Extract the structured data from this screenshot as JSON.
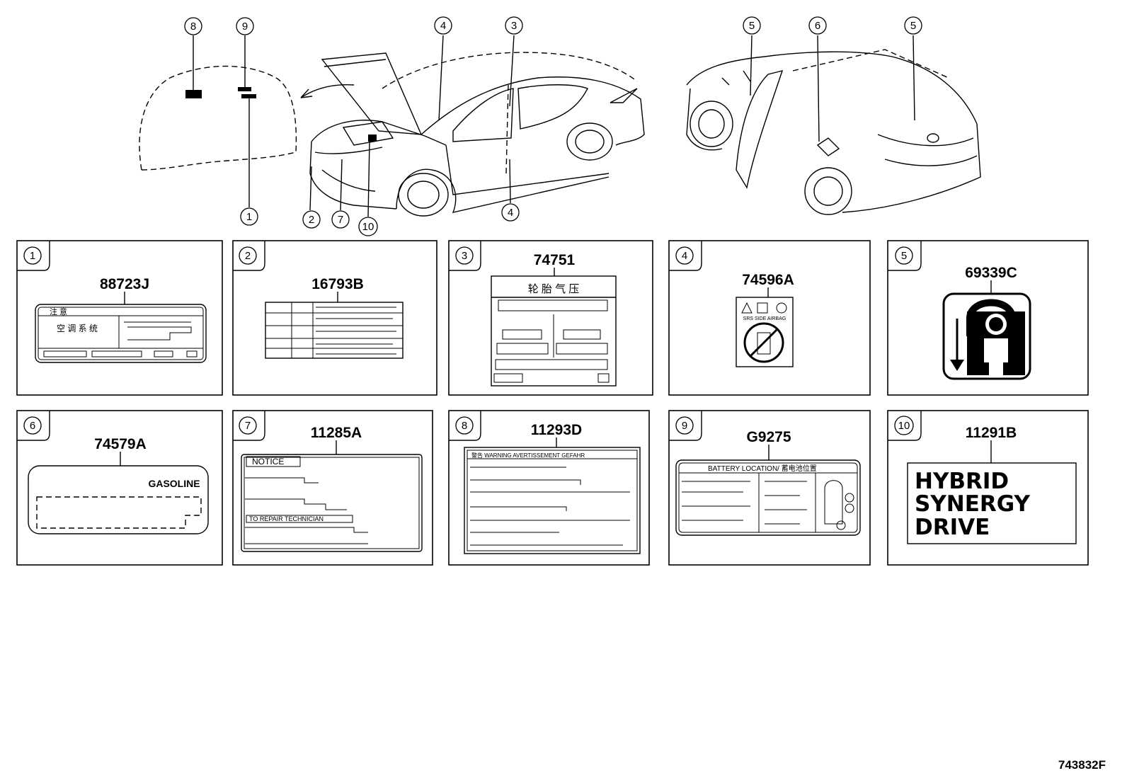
{
  "diagram": {
    "id": "743832F",
    "callouts": [
      "1",
      "2",
      "3",
      "4",
      "5",
      "6",
      "7",
      "8",
      "9",
      "10"
    ],
    "panels": [
      {
        "num": "1",
        "part": "88723J"
      },
      {
        "num": "2",
        "part": "16793B"
      },
      {
        "num": "3",
        "part": "74751"
      },
      {
        "num": "4",
        "part": "74596A"
      },
      {
        "num": "5",
        "part": "69339C"
      },
      {
        "num": "6",
        "part": "74579A"
      },
      {
        "num": "7",
        "part": "11285A"
      },
      {
        "num": "8",
        "part": "11293D"
      },
      {
        "num": "9",
        "part": "G9275"
      },
      {
        "num": "10",
        "part": "11291B"
      }
    ],
    "label_text": {
      "caution_ac": "注 意",
      "ac_system": "空 调 系 统",
      "tire_pressure": "轮 胎 气 压",
      "srs_side_airbag": "SRS SIDE AIRBAG",
      "gasoline": "GASOLINE",
      "notice": "NOTICE",
      "to_repair": "TO REPAIR TECHNICIAN",
      "warning_line": "警告  WARNING  AVERTISSEMENT  GEFAHR",
      "battery_location": "BATTERY LOCATION/ 蓄电池位置",
      "hybrid_1": "HYBRID",
      "hybrid_2": "SYNERGY",
      "hybrid_3": "DRIVE"
    }
  }
}
